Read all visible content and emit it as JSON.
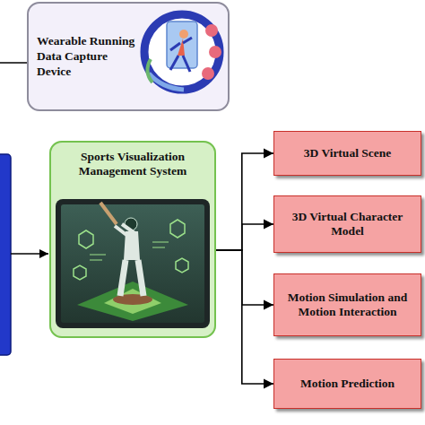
{
  "diagram": {
    "nodes": [
      {
        "text": [
          "Wearable Running Data Capture Device"
        ]
      },
      {
        "text": [
          "Sports Visualization Management System"
        ]
      },
      {
        "text": [
          "3D Virtual Scene"
        ]
      },
      {
        "text": [
          "3D Virtual Character Model"
        ]
      },
      {
        "text": [
          "Motion Simulation and Motion Interaction"
        ]
      },
      {
        "text": [
          "Motion Prediction"
        ]
      }
    ],
    "edges": [
      {
        "from": 1,
        "to": 2,
        "arrow": "to"
      },
      {
        "from": 1,
        "to": 3,
        "arrow": "to"
      },
      {
        "from": 1,
        "to": 4,
        "arrow": "to"
      },
      {
        "from": 1,
        "to": 5,
        "arrow": "to"
      }
    ]
  }
}
